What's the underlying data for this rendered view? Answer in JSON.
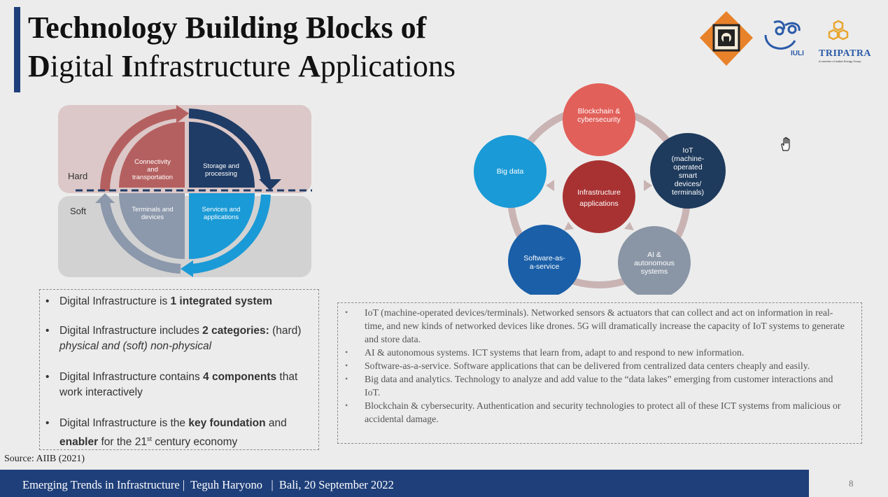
{
  "slide": {
    "title_line1": "Technology Building Blocks of",
    "title_line2": [
      {
        "cap": "D",
        "rest": "igital "
      },
      {
        "cap": "I",
        "rest": "nfrastructure "
      },
      {
        "cap": "A",
        "rest": "pplications"
      }
    ],
    "page_number": "8"
  },
  "logos": {
    "iuli": "IULI",
    "tripatra": "TRIPATRA",
    "tripatra_tagline": "A member of Indika Energy Group"
  },
  "cycle_diagram": {
    "hard_label": "Hard",
    "soft_label": "Soft",
    "quadrants": {
      "connectivity": [
        "Connectivity",
        "and",
        "transportation"
      ],
      "storage": [
        "Storage and",
        "processing"
      ],
      "terminals": [
        "Terminals and",
        "devices"
      ],
      "services": [
        "Services and",
        "applications"
      ]
    },
    "colors": {
      "red": "#b56060",
      "navy": "#1f3c66",
      "grey": "#8c98ab",
      "blue": "#1a9ad6",
      "hard_band": "#dcc8c8",
      "soft_band": "#d2d2d2"
    }
  },
  "key_points": [
    {
      "parts": [
        {
          "t": "Digital Infrastructure is "
        },
        {
          "t": "1 integrated system",
          "b": true
        }
      ]
    },
    {
      "parts": [
        {
          "t": "Digital Infrastructure includes "
        },
        {
          "t": "2 categories:",
          "b": true
        },
        {
          "t": " (hard) "
        },
        {
          "t": "physical and (soft) non-physical",
          "i": true
        }
      ]
    },
    {
      "parts": [
        {
          "t": "Digital Infrastructure contains "
        },
        {
          "t": "4 components",
          "b": true
        },
        {
          "t": " that work interactively"
        }
      ]
    },
    {
      "parts": [
        {
          "t": "Digital Infrastructure is the "
        },
        {
          "t": "key foundation",
          "b": true
        },
        {
          "t": " and "
        },
        {
          "t": "enabler",
          "b": true
        },
        {
          "t": " for the 21"
        },
        {
          "t": "st",
          "sup": true
        },
        {
          "t": " century economy"
        }
      ]
    }
  ],
  "source": "Source: AIIB (2021)",
  "network_diagram": {
    "center": [
      "Infrastructure",
      "applications"
    ],
    "nodes": {
      "blockchain": [
        "Blockchain &",
        "cybersecurity"
      ],
      "iot": [
        "IoT",
        "(machine-",
        "operated",
        "smart",
        "devices/",
        "terminals)"
      ],
      "ai": [
        "AI &",
        "autonomous",
        "systems"
      ],
      "saas": [
        "Software-as-",
        "a-service"
      ],
      "bigdata": [
        "Big data"
      ]
    },
    "colors": {
      "center": "#a83232",
      "blockchain": "#e2605a",
      "iot": "#1e3a5c",
      "ai": "#8a96a6",
      "saas": "#1a5fa8",
      "bigdata": "#1a9ad6",
      "ring": "#c9b3b3"
    }
  },
  "details": [
    "IoT (machine-operated devices/terminals). Networked sensors & actuators that can collect and act on information in real-time, and new kinds of networked devices like drones. 5G will dramatically increase the capacity of IoT systems to generate and store data.",
    "AI & autonomous systems. ICT systems that learn from, adapt to and respond to new information.",
    "Software-as-a-service. Software applications that can be delivered from centralized data centers cheaply and easily.",
    "Big data and analytics. Technology to analyze and add value to the “data lakes” emerging from customer interactions and IoT.",
    "Blockchain & cybersecurity. Authentication and security technologies to protect all of these ICT systems from malicious or accidental damage."
  ],
  "footer": {
    "text": "Emerging Trends in Infrastructure |  Teguh Haryono   |  Bali, 20 September 2022",
    "bg": "#1f3f7a"
  }
}
